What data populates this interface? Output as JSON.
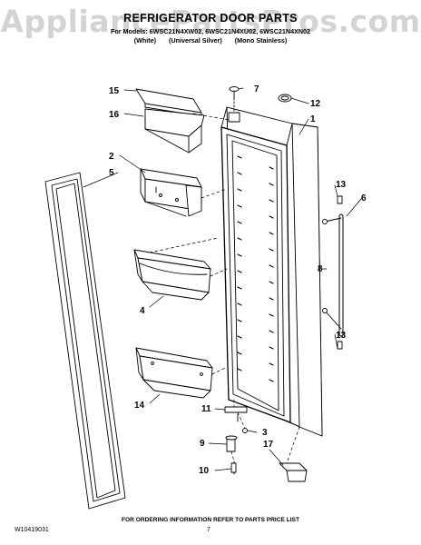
{
  "watermark": "AppliancePartsPros.com",
  "header": {
    "title": "REFRIGERATOR DOOR PARTS",
    "models": "For Models: 6WSC21N4XW02, 6WSC21N4XU02, 6WSC21N4XN02",
    "colors": [
      "(White)",
      "(Universal Silver)",
      "(Mono Stainless)"
    ]
  },
  "callouts": {
    "c1": "1",
    "c2": "2",
    "c3": "3",
    "c4": "4",
    "c5": "5",
    "c6": "6",
    "c7": "7",
    "c8": "8",
    "c9": "9",
    "c10": "10",
    "c11": "11",
    "c12": "12",
    "c13a": "13",
    "c13b": "13",
    "c14": "14",
    "c15": "15",
    "c16": "16",
    "c17": "17"
  },
  "footer": {
    "note": "FOR ORDERING INFORMATION REFER TO PARTS PRICE LIST",
    "doc_number": "W10419031",
    "page": "7"
  }
}
